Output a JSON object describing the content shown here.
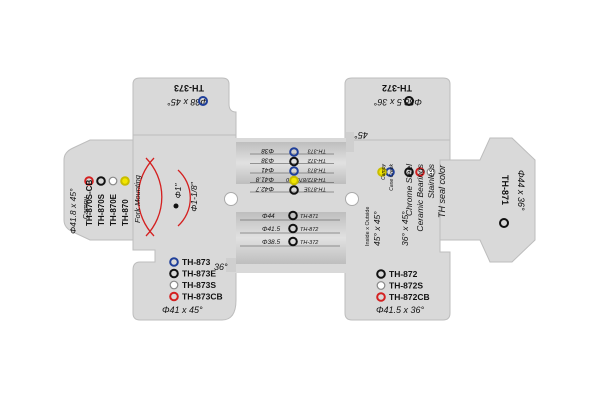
{
  "colors": {
    "plate": "#d9d9d9",
    "plate_edge": "#bdbdbd",
    "blue": "#1f3f9a",
    "black": "#111111",
    "white": "#ffffff",
    "red": "#d42020",
    "yellow": "#f2e600"
  },
  "top_left_lobe": {
    "size": "Φ38 x 45°",
    "model": "TH-373",
    "dot_color": "blue"
  },
  "top_right_lobe": {
    "size": "Φ38.5 x 36°",
    "model": "TH-372",
    "dot_color": "black"
  },
  "left_wing": {
    "size": "Φ41.8 x 45°",
    "brand": "Campy",
    "models": [
      {
        "label": "TH-870",
        "dot": "yellow"
      },
      {
        "label": "TH-870E",
        "dot": "white"
      },
      {
        "label": "TH-870S",
        "dot": "black"
      },
      {
        "label": "TH-870S-CB",
        "dot": "red"
      }
    ]
  },
  "fork": {
    "title": "Fork Mounting",
    "phi1": "Φ1\"",
    "phi118": "Φ1-1/8\""
  },
  "upper_center_rows": [
    {
      "model": "TH-373",
      "dia": "Φ38",
      "dot": "blue"
    },
    {
      "model": "TH-372",
      "dia": "Φ38",
      "dot": "black"
    },
    {
      "model": "TH-873",
      "dia": "Φ41",
      "dot": "blue"
    },
    {
      "model": "TH-872/870/880",
      "dia": "Φ41.8",
      "dot": "yellow"
    },
    {
      "model": "TH-873E",
      "dia": "Φ42.7",
      "dot": "black"
    }
  ],
  "lower_center_rows": [
    {
      "dia": "Φ44",
      "model": "TH-871",
      "dot": "black"
    },
    {
      "dia": "Φ41.5",
      "model": "TH-872",
      "dot": "black"
    },
    {
      "dia": "Φ38.5",
      "model": "TH-372",
      "dot": "black"
    }
  ],
  "angle_right_top": "45°",
  "angle_left_bottom": "36°",
  "bottom_left_lobe": {
    "size": "Φ41 x 45°",
    "models": [
      {
        "label": "TH-873",
        "dot": "blue"
      },
      {
        "label": "TH-873E",
        "dot": "black"
      },
      {
        "label": "TH-873S",
        "dot": "white"
      },
      {
        "label": "TH-873CB",
        "dot": "red"
      }
    ]
  },
  "bottom_right_lobe": {
    "size": "Φ41.5 x 36°",
    "models": [
      {
        "label": "TH-872",
        "dot": "black"
      },
      {
        "label": "TH-872S",
        "dot": "white"
      },
      {
        "label": "TH-872CB",
        "dot": "red"
      }
    ]
  },
  "seal_legend": {
    "title": "TH seal color",
    "items": [
      {
        "label": "Stainless",
        "dot": "white"
      },
      {
        "label": "Ceramic Bearings",
        "dot": "red"
      },
      {
        "label": "Chrome Steel",
        "dot": "black"
      },
      {
        "label": "Cane Creek",
        "dot": "blue"
      },
      {
        "label": "Campy",
        "dot": "yellow"
      }
    ],
    "size_36": "36° x 45°",
    "size_45": "45° x 45°",
    "inside_outside": "Inside x Outside"
  },
  "right_wing": {
    "size": "Φ44 x 36°",
    "model": "TH-871",
    "dot_color": "black"
  }
}
